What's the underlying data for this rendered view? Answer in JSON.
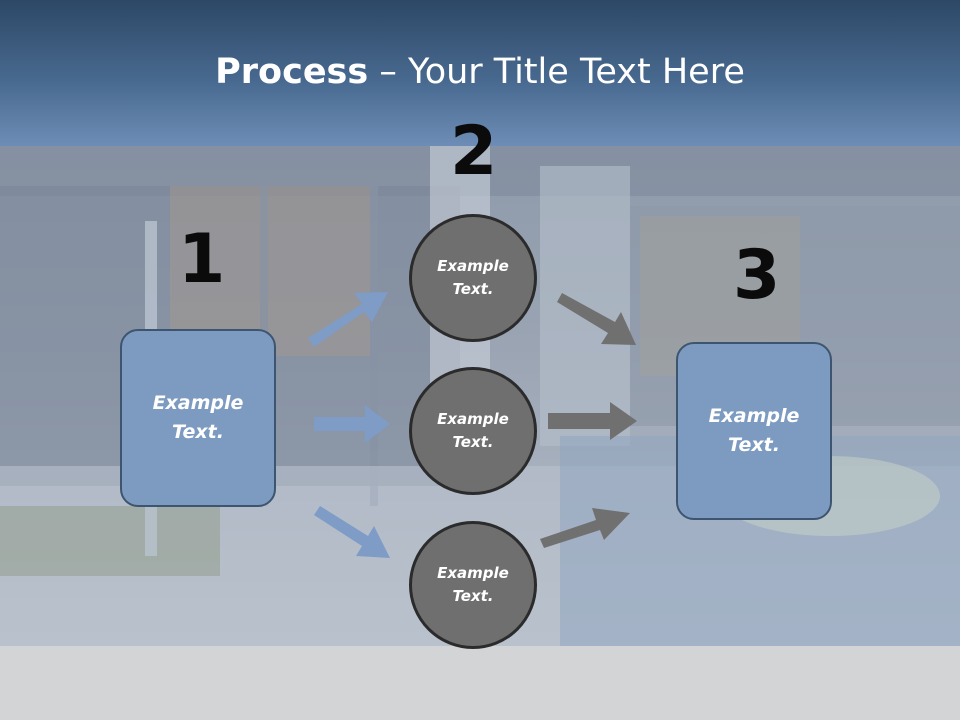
{
  "title": {
    "bold": "Process",
    "rest": " – Your Title Text Here"
  },
  "steps": {
    "step1": {
      "number": "1",
      "line1": "Example",
      "line2": "Text."
    },
    "step2": {
      "number": "2",
      "circles": [
        {
          "line1": "Example",
          "line2": "Text."
        },
        {
          "line1": "Example",
          "line2": "Text."
        },
        {
          "line1": "Example",
          "line2": "Text."
        }
      ]
    },
    "step3": {
      "number": "3",
      "line1": "Example",
      "line2": "Text."
    }
  },
  "colors": {
    "header": "#48698f",
    "box": "#7d9bc1",
    "circle": "#6f6f6f",
    "blue_arrow": "#7e9cc6",
    "gray_arrow": "#707070"
  }
}
